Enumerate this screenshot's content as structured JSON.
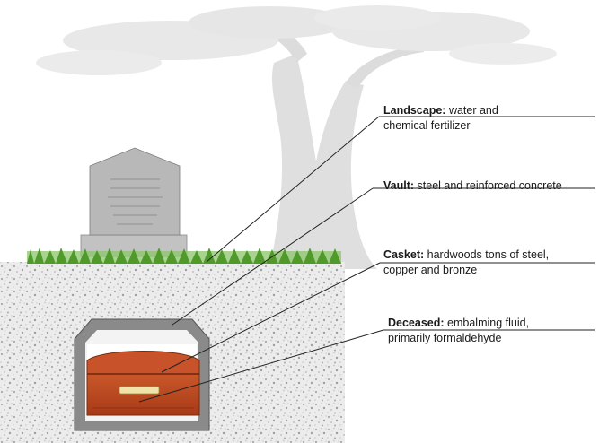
{
  "labels": [
    {
      "id": "landscape",
      "term": "Landscape:",
      "line1": " water and",
      "line2": "chemical fertilizer"
    },
    {
      "id": "vault",
      "term": "Vault:",
      "line1": " steel and reinforced concrete",
      "line2": ""
    },
    {
      "id": "casket",
      "term": "Casket:",
      "line1": " hardwoods  tons of steel,",
      "line2": "copper and bronze"
    },
    {
      "id": "deceased",
      "term": "Deceased:",
      "line1": " embalming fluid,",
      "line2": "primarily formaldehyde"
    }
  ],
  "colors": {
    "soil": "#e9e9e9",
    "grass": "#5fa33a",
    "headstone": "#b9b9b9",
    "vault": "#7f7f7f",
    "casket": "#b8461f",
    "tree": "#d8d8d8",
    "leader_line": "#222222"
  },
  "icons": [
    "tree-illustration",
    "headstone-illustration",
    "burial-vault-illustration",
    "casket-illustration"
  ]
}
